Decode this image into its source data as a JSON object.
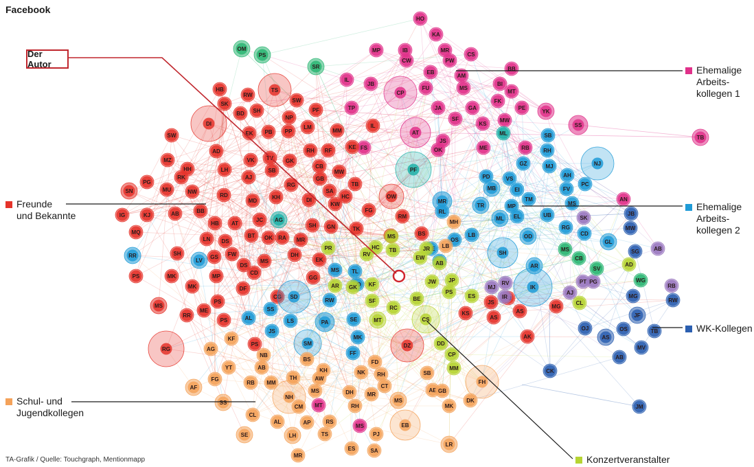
{
  "title": "Facebook",
  "author_label": "Der Autor",
  "source": "TA-Grafik / Quelle: Touchgraph, Mentionmapp",
  "groups": {
    "kollegen1": {
      "label": "Ehemalige\nArbeits-\nkollegen 1",
      "color": "#e0318a"
    },
    "freunde": {
      "label": "Freunde\nund Bekannte",
      "color": "#e5332a"
    },
    "kollegen2": {
      "label": "Ehemalige\nArbeits-\nkollegen 2",
      "color": "#1f9bd7"
    },
    "wk": {
      "label": "WK-Kollegen",
      "color": "#2b5fb0"
    },
    "schul": {
      "label": "Schul- und\nJugendkollegen",
      "color": "#f4a25a"
    },
    "konzert": {
      "label": "Konzertveranstalter",
      "color": "#b6d433"
    },
    "misc_green": {
      "color": "#2bb673"
    },
    "misc_purple": {
      "color": "#9a78c0"
    },
    "misc_teal": {
      "color": "#1fb1a8"
    }
  },
  "nodes": [
    {
      "label": "HO",
      "group": "kollegen1"
    },
    {
      "label": "KA",
      "group": "kollegen1"
    },
    {
      "label": "MP",
      "group": "kollegen1"
    },
    {
      "label": "IB",
      "group": "kollegen1"
    },
    {
      "label": "MR",
      "group": "kollegen1"
    },
    {
      "label": "CS",
      "group": "kollegen1"
    },
    {
      "label": "CW",
      "group": "kollegen1"
    },
    {
      "label": "PW",
      "group": "kollegen1"
    },
    {
      "label": "EB",
      "group": "kollegen1"
    },
    {
      "label": "BB",
      "group": "kollegen1"
    },
    {
      "label": "AM",
      "group": "kollegen1"
    },
    {
      "label": "IL",
      "group": "kollegen1"
    },
    {
      "label": "JB",
      "group": "kollegen1"
    },
    {
      "label": "CP",
      "group": "kollegen1"
    },
    {
      "label": "FU",
      "group": "kollegen1"
    },
    {
      "label": "MS",
      "group": "kollegen1"
    },
    {
      "label": "BI",
      "group": "kollegen1"
    },
    {
      "label": "MT",
      "group": "kollegen1"
    },
    {
      "label": "JA",
      "group": "kollegen1"
    },
    {
      "label": "FK",
      "group": "kollegen1"
    },
    {
      "label": "GA",
      "group": "kollegen1"
    },
    {
      "label": "PE",
      "group": "kollegen1"
    },
    {
      "label": "YK",
      "group": "kollegen1"
    },
    {
      "label": "TP",
      "group": "kollegen1"
    },
    {
      "label": "SF",
      "group": "kollegen1"
    },
    {
      "label": "MW",
      "group": "kollegen1"
    },
    {
      "label": "AT",
      "group": "kollegen1"
    },
    {
      "label": "KS",
      "group": "kollegen1"
    },
    {
      "label": "SS",
      "group": "kollegen1"
    },
    {
      "label": "JS",
      "group": "kollegen1"
    },
    {
      "label": "TB",
      "group": "kollegen1"
    },
    {
      "label": "FS",
      "group": "kollegen1"
    },
    {
      "label": "OK",
      "group": "kollegen1"
    },
    {
      "label": "ME",
      "group": "kollegen1"
    },
    {
      "label": "RB",
      "group": "kollegen1"
    },
    {
      "label": "AN",
      "group": "kollegen1"
    },
    {
      "label": "OM",
      "group": "misc_green"
    },
    {
      "label": "PS",
      "group": "misc_green"
    },
    {
      "label": "SR",
      "group": "misc_green"
    },
    {
      "label": "HB",
      "group": "freunde"
    },
    {
      "label": "TS",
      "group": "freunde"
    },
    {
      "label": "SK",
      "group": "freunde"
    },
    {
      "label": "RW",
      "group": "freunde"
    },
    {
      "label": "SW",
      "group": "freunde"
    },
    {
      "label": "BD",
      "group": "freunde"
    },
    {
      "label": "SH",
      "group": "freunde"
    },
    {
      "label": "PF",
      "group": "freunde"
    },
    {
      "label": "DI",
      "group": "freunde"
    },
    {
      "label": "NP",
      "group": "freunde"
    },
    {
      "label": "SW",
      "group": "freunde"
    },
    {
      "label": "EK",
      "group": "freunde"
    },
    {
      "label": "PB",
      "group": "freunde"
    },
    {
      "label": "PP",
      "group": "freunde"
    },
    {
      "label": "LM",
      "group": "freunde"
    },
    {
      "label": "IL",
      "group": "freunde"
    },
    {
      "label": "MZ",
      "group": "freunde"
    },
    {
      "label": "AD",
      "group": "freunde"
    },
    {
      "label": "VK",
      "group": "freunde"
    },
    {
      "label": "TV",
      "group": "freunde"
    },
    {
      "label": "RH",
      "group": "freunde"
    },
    {
      "label": "RF",
      "group": "freunde"
    },
    {
      "label": "KE",
      "group": "freunde"
    },
    {
      "label": "HH",
      "group": "freunde"
    },
    {
      "label": "LH",
      "group": "freunde"
    },
    {
      "label": "SB",
      "group": "freunde"
    },
    {
      "label": "GK",
      "group": "freunde"
    },
    {
      "label": "CB",
      "group": "freunde"
    },
    {
      "label": "MW",
      "group": "freunde"
    },
    {
      "label": "PG",
      "group": "freunde"
    },
    {
      "label": "RK",
      "group": "freunde"
    },
    {
      "label": "AJ",
      "group": "freunde"
    },
    {
      "label": "GB",
      "group": "freunde"
    },
    {
      "label": "MU",
      "group": "freunde"
    },
    {
      "label": "NW",
      "group": "freunde"
    },
    {
      "label": "RG",
      "group": "freunde"
    },
    {
      "label": "SA",
      "group": "freunde"
    },
    {
      "label": "HC",
      "group": "freunde"
    },
    {
      "label": "OW",
      "group": "freunde"
    },
    {
      "label": "SN",
      "group": "freunde"
    },
    {
      "label": "RD",
      "group": "freunde"
    },
    {
      "label": "KH",
      "group": "freunde"
    },
    {
      "label": "DI",
      "group": "freunde"
    },
    {
      "label": "KW",
      "group": "freunde"
    },
    {
      "label": "MD",
      "group": "freunde"
    },
    {
      "label": "IG",
      "group": "freunde"
    },
    {
      "label": "KJ",
      "group": "freunde"
    },
    {
      "label": "AB",
      "group": "freunde"
    },
    {
      "label": "BB",
      "group": "freunde"
    },
    {
      "label": "FG",
      "group": "freunde"
    },
    {
      "label": "HB",
      "group": "freunde"
    },
    {
      "label": "AT",
      "group": "freunde"
    },
    {
      "label": "JC",
      "group": "freunde"
    },
    {
      "label": "GN",
      "group": "freunde"
    },
    {
      "label": "MQ",
      "group": "freunde"
    },
    {
      "label": "LN",
      "group": "freunde"
    },
    {
      "label": "DS",
      "group": "freunde"
    },
    {
      "label": "BT",
      "group": "freunde"
    },
    {
      "label": "OK",
      "group": "freunde"
    },
    {
      "label": "RA",
      "group": "freunde"
    },
    {
      "label": "MR",
      "group": "freunde"
    },
    {
      "label": "SH",
      "group": "freunde"
    },
    {
      "label": "TK",
      "group": "freunde"
    },
    {
      "label": "SH",
      "group": "freunde"
    },
    {
      "label": "GS",
      "group": "freunde"
    },
    {
      "label": "FW",
      "group": "freunde"
    },
    {
      "label": "DH",
      "group": "freunde"
    },
    {
      "label": "EK",
      "group": "freunde"
    },
    {
      "label": "MS",
      "group": "freunde"
    },
    {
      "label": "MK",
      "group": "freunde"
    },
    {
      "label": "DS",
      "group": "freunde"
    },
    {
      "label": "CD",
      "group": "freunde"
    },
    {
      "label": "PS",
      "group": "freunde"
    },
    {
      "label": "MK",
      "group": "freunde"
    },
    {
      "label": "MP",
      "group": "freunde"
    },
    {
      "label": "DF",
      "group": "freunde"
    },
    {
      "label": "GG",
      "group": "freunde"
    },
    {
      "label": "CG",
      "group": "freunde"
    },
    {
      "label": "MS",
      "group": "freunde"
    },
    {
      "label": "PS",
      "group": "freunde"
    },
    {
      "label": "RR",
      "group": "freunde"
    },
    {
      "label": "ME",
      "group": "freunde"
    },
    {
      "label": "PS",
      "group": "freunde"
    },
    {
      "label": "RG",
      "group": "freunde"
    },
    {
      "label": "PS",
      "group": "freunde"
    },
    {
      "label": "BS",
      "group": "freunde"
    },
    {
      "label": "KS",
      "group": "freunde"
    },
    {
      "label": "JS",
      "group": "freunde"
    },
    {
      "label": "AS",
      "group": "freunde"
    },
    {
      "label": "MG",
      "group": "freunde"
    },
    {
      "label": "AS",
      "group": "freunde"
    },
    {
      "label": "AK",
      "group": "freunde"
    },
    {
      "label": "DZ",
      "group": "freunde"
    },
    {
      "label": "FB",
      "group": "freunde"
    },
    {
      "label": "RM",
      "group": "freunde"
    },
    {
      "label": "RH",
      "group": "freunde"
    },
    {
      "label": "MM",
      "group": "freunde"
    },
    {
      "label": "TB",
      "group": "freunde"
    },
    {
      "label": "AG",
      "group": "misc_teal"
    },
    {
      "label": "PF",
      "group": "misc_teal"
    },
    {
      "label": "ML",
      "group": "misc_teal"
    },
    {
      "label": "SB",
      "group": "kollegen2"
    },
    {
      "label": "RH",
      "group": "kollegen2"
    },
    {
      "label": "NJ",
      "group": "kollegen2"
    },
    {
      "label": "GZ",
      "group": "kollegen2"
    },
    {
      "label": "MJ",
      "group": "kollegen2"
    },
    {
      "label": "PD",
      "group": "kollegen2"
    },
    {
      "label": "VS",
      "group": "kollegen2"
    },
    {
      "label": "AH",
      "group": "kollegen2"
    },
    {
      "label": "PC",
      "group": "kollegen2"
    },
    {
      "label": "MB",
      "group": "kollegen2"
    },
    {
      "label": "EI",
      "group": "kollegen2"
    },
    {
      "label": "FV",
      "group": "kollegen2"
    },
    {
      "label": "TM",
      "group": "kollegen2"
    },
    {
      "label": "MR",
      "group": "kollegen2"
    },
    {
      "label": "RL",
      "group": "kollegen2"
    },
    {
      "label": "TR",
      "group": "kollegen2"
    },
    {
      "label": "MP",
      "group": "kollegen2"
    },
    {
      "label": "MS",
      "group": "kollegen2"
    },
    {
      "label": "EL",
      "group": "kollegen2"
    },
    {
      "label": "UB",
      "group": "kollegen2"
    },
    {
      "label": "ML",
      "group": "kollegen2"
    },
    {
      "label": "RG",
      "group": "kollegen2"
    },
    {
      "label": "CD",
      "group": "kollegen2"
    },
    {
      "label": "OS",
      "group": "kollegen2"
    },
    {
      "label": "LB",
      "group": "kollegen2"
    },
    {
      "label": "OD",
      "group": "kollegen2"
    },
    {
      "label": "SH",
      "group": "kollegen2"
    },
    {
      "label": "AR",
      "group": "kollegen2"
    },
    {
      "label": "IK",
      "group": "kollegen2"
    },
    {
      "label": "PE",
      "group": "kollegen2"
    },
    {
      "label": "CS",
      "group": "kollegen2"
    },
    {
      "label": "RR",
      "group": "kollegen2"
    },
    {
      "label": "LV",
      "group": "kollegen2"
    },
    {
      "label": "SD",
      "group": "kollegen2"
    },
    {
      "label": "SS",
      "group": "kollegen2"
    },
    {
      "label": "AL",
      "group": "kollegen2"
    },
    {
      "label": "LS",
      "group": "kollegen2"
    },
    {
      "label": "JS",
      "group": "kollegen2"
    },
    {
      "label": "RW",
      "group": "kollegen2"
    },
    {
      "label": "TL",
      "group": "kollegen2"
    },
    {
      "label": "PA",
      "group": "kollegen2"
    },
    {
      "label": "MS",
      "group": "kollegen2"
    },
    {
      "label": "DD",
      "group": "kollegen2"
    },
    {
      "label": "SE",
      "group": "kollegen2"
    },
    {
      "label": "MK",
      "group": "kollegen2"
    },
    {
      "label": "SM",
      "group": "kollegen2"
    },
    {
      "label": "FF",
      "group": "kollegen2"
    },
    {
      "label": "GL",
      "group": "kollegen2"
    },
    {
      "label": "MW",
      "group": "wk"
    },
    {
      "label": "SG",
      "group": "wk"
    },
    {
      "label": "AB",
      "group": "misc_purple"
    },
    {
      "label": "SK",
      "group": "misc_purple"
    },
    {
      "label": "PT",
      "group": "misc_purple"
    },
    {
      "label": "PG",
      "group": "misc_purple"
    },
    {
      "label": "AJ",
      "group": "misc_purple"
    },
    {
      "label": "RV",
      "group": "misc_purple"
    },
    {
      "label": "MJ",
      "group": "misc_purple"
    },
    {
      "label": "IR",
      "group": "misc_purple"
    },
    {
      "label": "RB",
      "group": "misc_purple"
    },
    {
      "label": "MG",
      "group": "wk"
    },
    {
      "label": "RW",
      "group": "wk"
    },
    {
      "label": "JF",
      "group": "wk"
    },
    {
      "label": "OJ",
      "group": "wk"
    },
    {
      "label": "AS",
      "group": "wk"
    },
    {
      "label": "OS",
      "group": "wk"
    },
    {
      "label": "TB",
      "group": "wk"
    },
    {
      "label": "MV",
      "group": "wk"
    },
    {
      "label": "AB",
      "group": "wk"
    },
    {
      "label": "CK",
      "group": "wk"
    },
    {
      "label": "JM",
      "group": "wk"
    },
    {
      "label": "JB",
      "group": "wk"
    },
    {
      "label": "MS",
      "group": "misc_green"
    },
    {
      "label": "CB",
      "group": "misc_green"
    },
    {
      "label": "SV",
      "group": "misc_green"
    },
    {
      "label": "WG",
      "group": "misc_green"
    },
    {
      "label": "CL",
      "group": "konzert"
    },
    {
      "label": "AD",
      "group": "konzert"
    },
    {
      "label": "PR",
      "group": "konzert"
    },
    {
      "label": "RV",
      "group": "konzert"
    },
    {
      "label": "EW",
      "group": "konzert"
    },
    {
      "label": "AB",
      "group": "konzert"
    },
    {
      "label": "JW",
      "group": "konzert"
    },
    {
      "label": "JP",
      "group": "konzert"
    },
    {
      "label": "KF",
      "group": "konzert"
    },
    {
      "label": "PS",
      "group": "konzert"
    },
    {
      "label": "ES",
      "group": "konzert"
    },
    {
      "label": "AR",
      "group": "konzert"
    },
    {
      "label": "GK",
      "group": "konzert"
    },
    {
      "label": "SF",
      "group": "konzert"
    },
    {
      "label": "MT",
      "group": "konzert"
    },
    {
      "label": "RC",
      "group": "konzert"
    },
    {
      "label": "BE",
      "group": "konzert"
    },
    {
      "label": "CS",
      "group": "konzert"
    },
    {
      "label": "DD",
      "group": "konzert"
    },
    {
      "label": "CP",
      "group": "konzert"
    },
    {
      "label": "MM",
      "group": "konzert"
    },
    {
      "label": "MS",
      "group": "konzert"
    },
    {
      "label": "TB",
      "group": "konzert"
    },
    {
      "label": "HC",
      "group": "konzert"
    },
    {
      "label": "JR",
      "group": "konzert"
    },
    {
      "label": "LB",
      "group": "schul"
    },
    {
      "label": "MH",
      "group": "schul"
    },
    {
      "label": "AG",
      "group": "schul"
    },
    {
      "label": "KF",
      "group": "schul"
    },
    {
      "label": "NB",
      "group": "schul"
    },
    {
      "label": "BS",
      "group": "schul"
    },
    {
      "label": "FD",
      "group": "schul"
    },
    {
      "label": "YT",
      "group": "schul"
    },
    {
      "label": "AB",
      "group": "schul"
    },
    {
      "label": "KH",
      "group": "schul"
    },
    {
      "label": "NK",
      "group": "schul"
    },
    {
      "label": "RH",
      "group": "schul"
    },
    {
      "label": "CT",
      "group": "schul"
    },
    {
      "label": "FG",
      "group": "schul"
    },
    {
      "label": "RB",
      "group": "schul"
    },
    {
      "label": "MM",
      "group": "schul"
    },
    {
      "label": "TH",
      "group": "schul"
    },
    {
      "label": "AW",
      "group": "schul"
    },
    {
      "label": "SB",
      "group": "schul"
    },
    {
      "label": "AF",
      "group": "schul"
    },
    {
      "label": "MS",
      "group": "schul"
    },
    {
      "label": "DH",
      "group": "schul"
    },
    {
      "label": "MR",
      "group": "schul"
    },
    {
      "label": "AE",
      "group": "schul"
    },
    {
      "label": "GB",
      "group": "schul"
    },
    {
      "label": "NH",
      "group": "schul"
    },
    {
      "label": "SS",
      "group": "schul"
    },
    {
      "label": "CM",
      "group": "schul"
    },
    {
      "label": "MT",
      "group": "kollegen1"
    },
    {
      "label": "RH",
      "group": "schul"
    },
    {
      "label": "MS",
      "group": "schul"
    },
    {
      "label": "MK",
      "group": "schul"
    },
    {
      "label": "DK",
      "group": "schul"
    },
    {
      "label": "CL",
      "group": "schul"
    },
    {
      "label": "AL",
      "group": "schul"
    },
    {
      "label": "AP",
      "group": "schul"
    },
    {
      "label": "RS",
      "group": "schul"
    },
    {
      "label": "MS",
      "group": "kollegen1"
    },
    {
      "label": "EB",
      "group": "schul"
    },
    {
      "label": "LR",
      "group": "schul"
    },
    {
      "label": "SE",
      "group": "schul"
    },
    {
      "label": "LH",
      "group": "schul"
    },
    {
      "label": "TS",
      "group": "schul"
    },
    {
      "label": "PJ",
      "group": "schul"
    },
    {
      "label": "ES",
      "group": "schul"
    },
    {
      "label": "SA",
      "group": "schul"
    },
    {
      "label": "MR",
      "group": "schul"
    },
    {
      "label": "FH",
      "group": "schul"
    }
  ]
}
